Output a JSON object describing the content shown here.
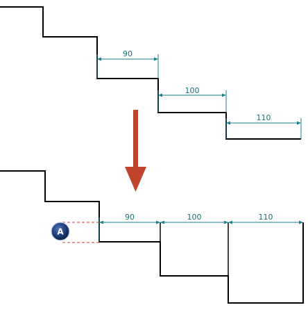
{
  "colors": {
    "geometry": "#000000",
    "dimension": "#1a7f86",
    "arrow": "#c0442e",
    "reference": "#d63a3a",
    "badge": "#1e3f7a"
  },
  "top_view": {
    "dimensions": [
      {
        "label": "90"
      },
      {
        "label": "100"
      },
      {
        "label": "110"
      }
    ]
  },
  "bottom_view": {
    "dimensions": [
      {
        "label": "90"
      },
      {
        "label": "100"
      },
      {
        "label": "110"
      }
    ],
    "badge": {
      "label": "A"
    }
  },
  "transition_arrow": {
    "direction": "down",
    "icon": "arrow-down-icon"
  }
}
